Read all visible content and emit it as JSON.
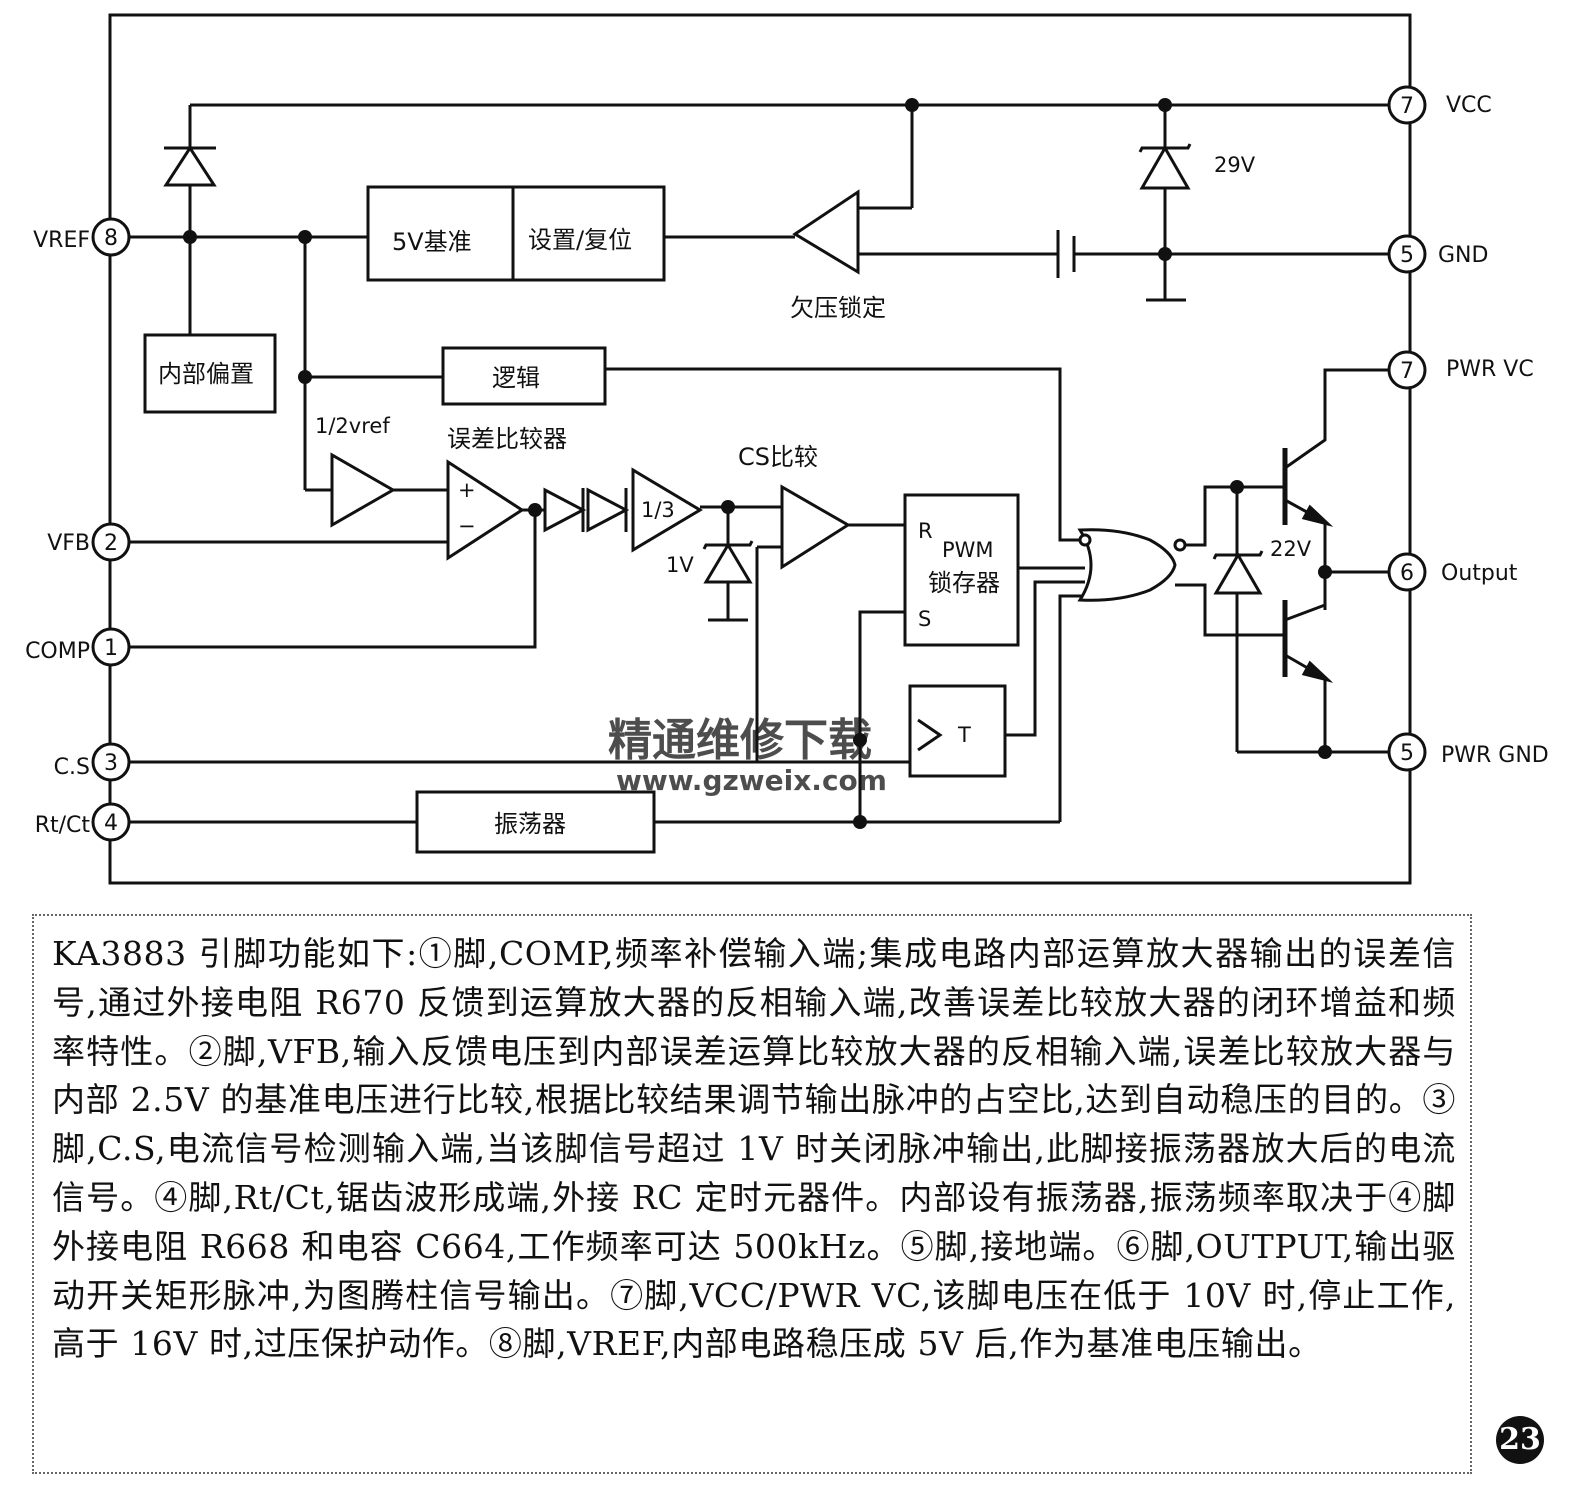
{
  "pins": {
    "vcc": {
      "num": "7",
      "label": "VCC"
    },
    "gnd": {
      "num": "5",
      "label": "GND"
    },
    "pwr_vc": {
      "num": "7",
      "label": "PWR VC"
    },
    "output": {
      "num": "6",
      "label": "Output"
    },
    "pwr_gnd": {
      "num": "5",
      "label": "PWR GND"
    },
    "vref": {
      "num": "8",
      "label": "VREF"
    },
    "vfb": {
      "num": "2",
      "label": "VFB"
    },
    "comp": {
      "num": "1",
      "label": "COMP"
    },
    "cs": {
      "num": "3",
      "label": "C.S"
    },
    "rtct": {
      "num": "4",
      "label": "Rt/Ct"
    }
  },
  "blocks": {
    "ref5v": "5V基准",
    "set_reset": "设置/复位",
    "uvlo": "欠压锁定",
    "internal_bias": "内部偏置",
    "logic": "逻辑",
    "half_vref": "1/2vref",
    "error_amp": "误差比较器",
    "cs_comp": "CS比较",
    "pwm_title": "PWM",
    "pwm_latch": "锁存器",
    "latch_r": "R",
    "latch_s": "S",
    "one_third": "1/3",
    "plus": "+",
    "minus": "−",
    "oscillator": "振荡器",
    "t_box": "T"
  },
  "zeners": {
    "vcc": "29V",
    "cs": "1V",
    "output": "22V"
  },
  "watermark": {
    "line1": "精通维修下载",
    "line2": "www.gzweix.com"
  },
  "description": "KA3883 引脚功能如下:①脚,COMP,频率补偿输入端;集成电路内部运算放大器输出的误差信号,通过外接电阻 R670 反馈到运算放大器的反相输入端,改善误差比较放大器的闭环增益和频率特性。②脚,VFB,输入反馈电压到内部误差运算比较放大器的反相输入端,误差比较放大器与内部 2.5V 的基准电压进行比较,根据比较结果调节输出脉冲的占空比,达到自动稳压的目的。③脚,C.S,电流信号检测输入端,当该脚信号超过 1V 时关闭脉冲输出,此脚接振荡器放大后的电流信号。④脚,Rt/Ct,锯齿波形成端,外接 RC 定时元器件。内部设有振荡器,振荡频率取决于④脚外接电阻 R668 和电容 C664,工作频率可达 500kHz。⑤脚,接地端。⑥脚,OUTPUT,输出驱动开关矩形脉冲,为图腾柱信号输出。⑦脚,VCC/PWR VC,该脚电压在低于 10V 时,停止工作,高于 16V 时,过压保护动作。⑧脚,VREF,内部电路稳压成 5V 后,作为基准电压输出。",
  "page_number": "23"
}
